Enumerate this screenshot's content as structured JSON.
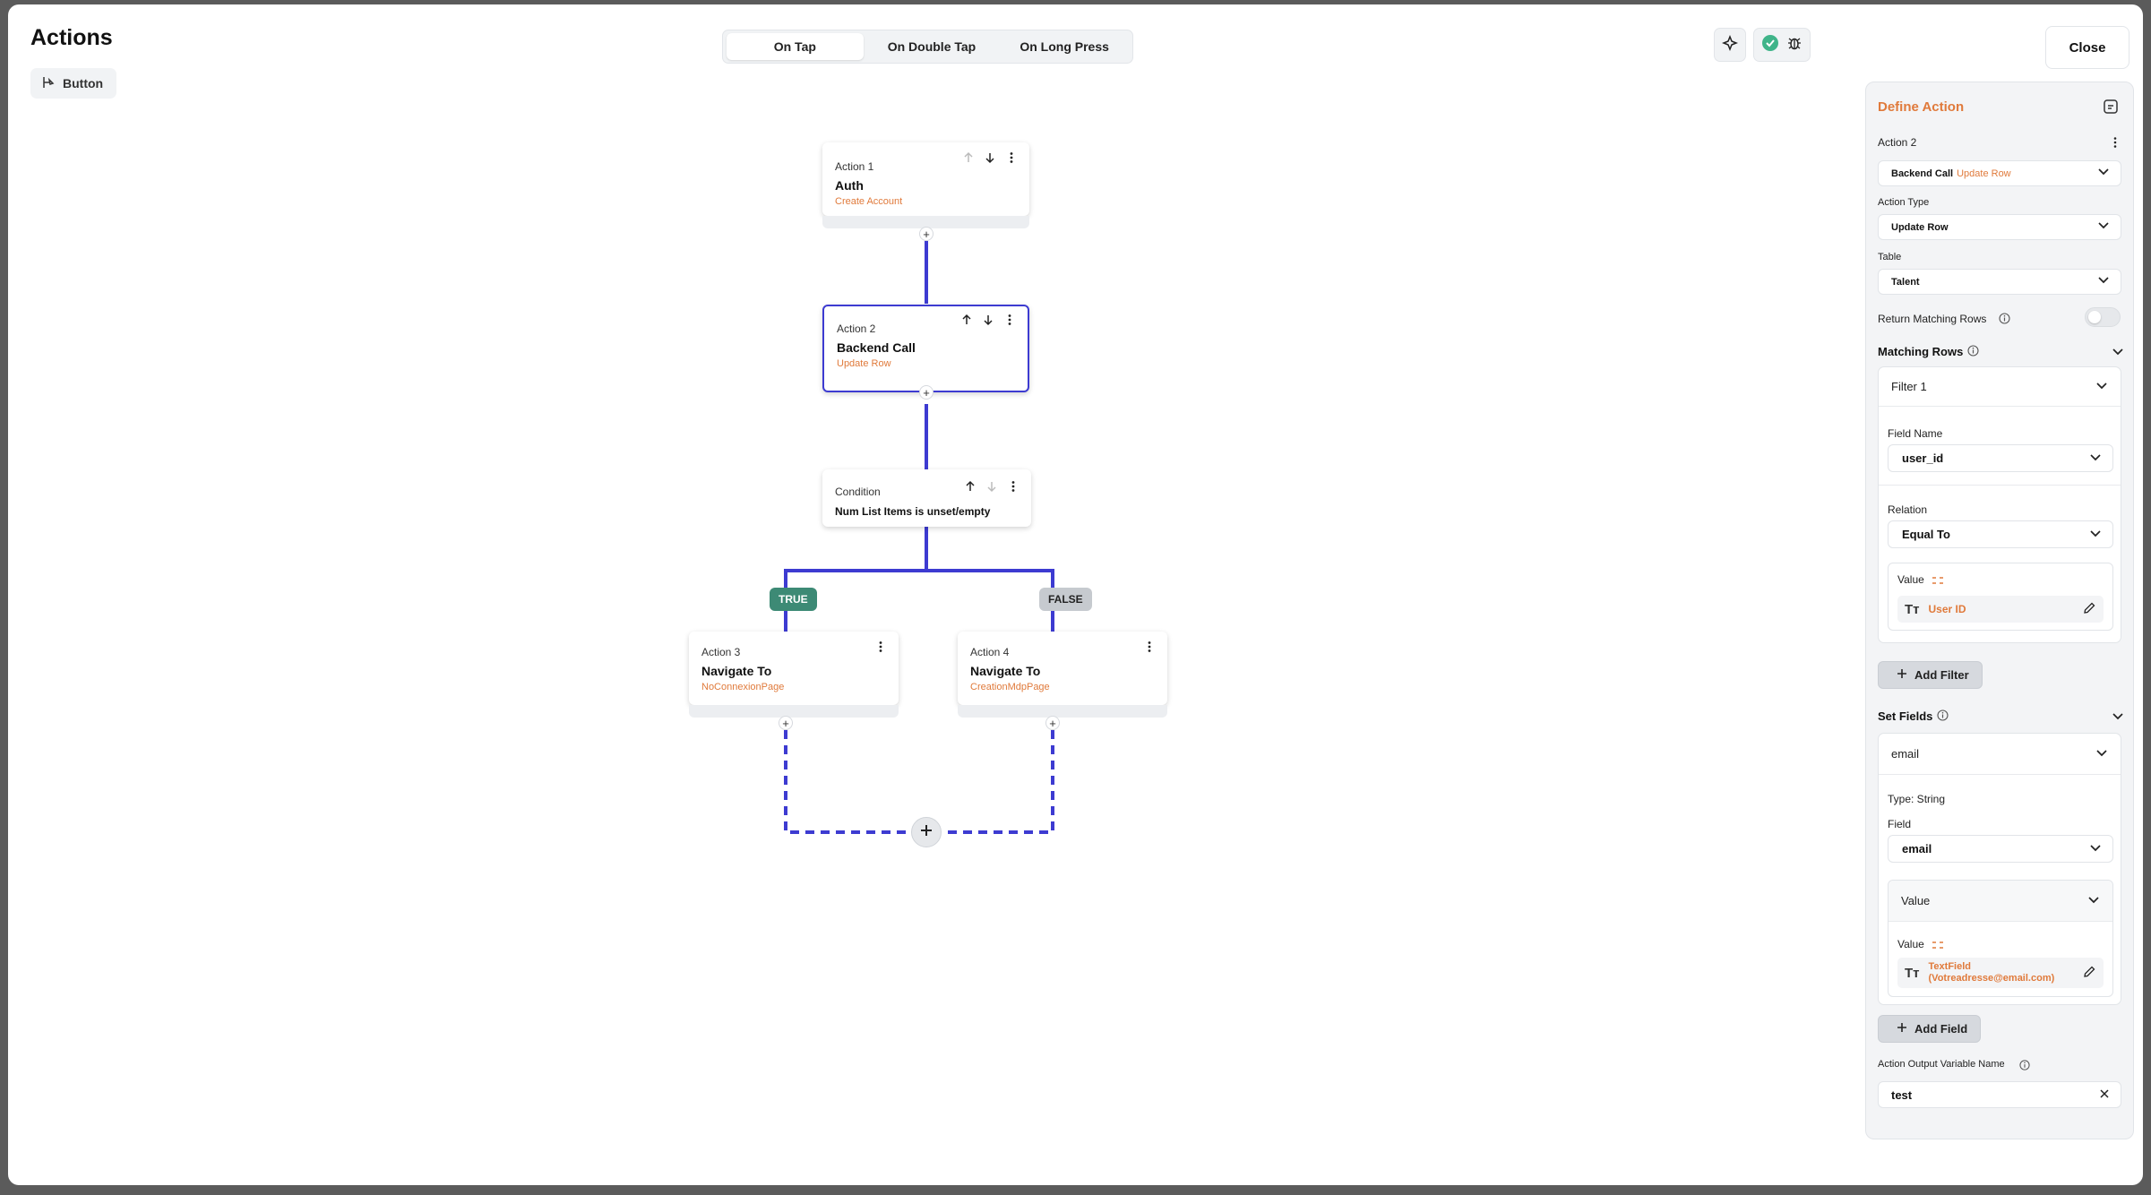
{
  "header": {
    "title": "Actions",
    "chip_label": "Button",
    "close_label": "Close"
  },
  "tabs": [
    {
      "label": "On Tap",
      "active": true
    },
    {
      "label": "On Double Tap",
      "active": false
    },
    {
      "label": "On Long Press",
      "active": false
    }
  ],
  "nodes": {
    "action1": {
      "label": "Action 1",
      "title": "Auth",
      "sub": "Create Account"
    },
    "action2": {
      "label": "Action 2",
      "title": "Backend Call",
      "sub": "Update Row"
    },
    "condition": {
      "label": "Condition",
      "title": "Num List Items is unset/empty"
    },
    "action3": {
      "label": "Action 3",
      "title": "Navigate To",
      "sub": "NoConnexionPage"
    },
    "action4": {
      "label": "Action 4",
      "title": "Navigate To",
      "sub": "CreationMdpPage"
    }
  },
  "branches": {
    "true_label": "TRUE",
    "false_label": "FALSE"
  },
  "panel": {
    "title": "Define Action",
    "action_name": "Action 2",
    "action_select": {
      "main": "Backend Call",
      "accent": "Update Row"
    },
    "action_type_label": "Action Type",
    "action_type_value": "Update Row",
    "table_label": "Table",
    "table_value": "Talent",
    "return_rows_label": "Return Matching Rows",
    "matching_rows_label": "Matching Rows",
    "filter": {
      "name": "Filter 1",
      "field_name_label": "Field Name",
      "field_name_value": "user_id",
      "relation_label": "Relation",
      "relation_value": "Equal To",
      "value_label": "Value",
      "value_text": "User ID"
    },
    "add_filter_label": "Add Filter",
    "set_fields_label": "Set Fields",
    "set_field": {
      "name": "email",
      "type_text": "Type: String",
      "field_label": "Field",
      "field_value": "email",
      "value_section_label": "Value",
      "value_label": "Value",
      "value_text_line1": "TextField",
      "value_text_line2": "(Votreadresse@email.com)"
    },
    "add_field_label": "Add Field",
    "output_label": "Action Output Variable Name",
    "output_value": "test"
  },
  "colors": {
    "accent_orange": "#e07a3b",
    "flow_line": "#3d3bd1",
    "true_badge": "#3d8a75",
    "false_badge": "#c6cacf",
    "check_green": "#3fb489"
  }
}
